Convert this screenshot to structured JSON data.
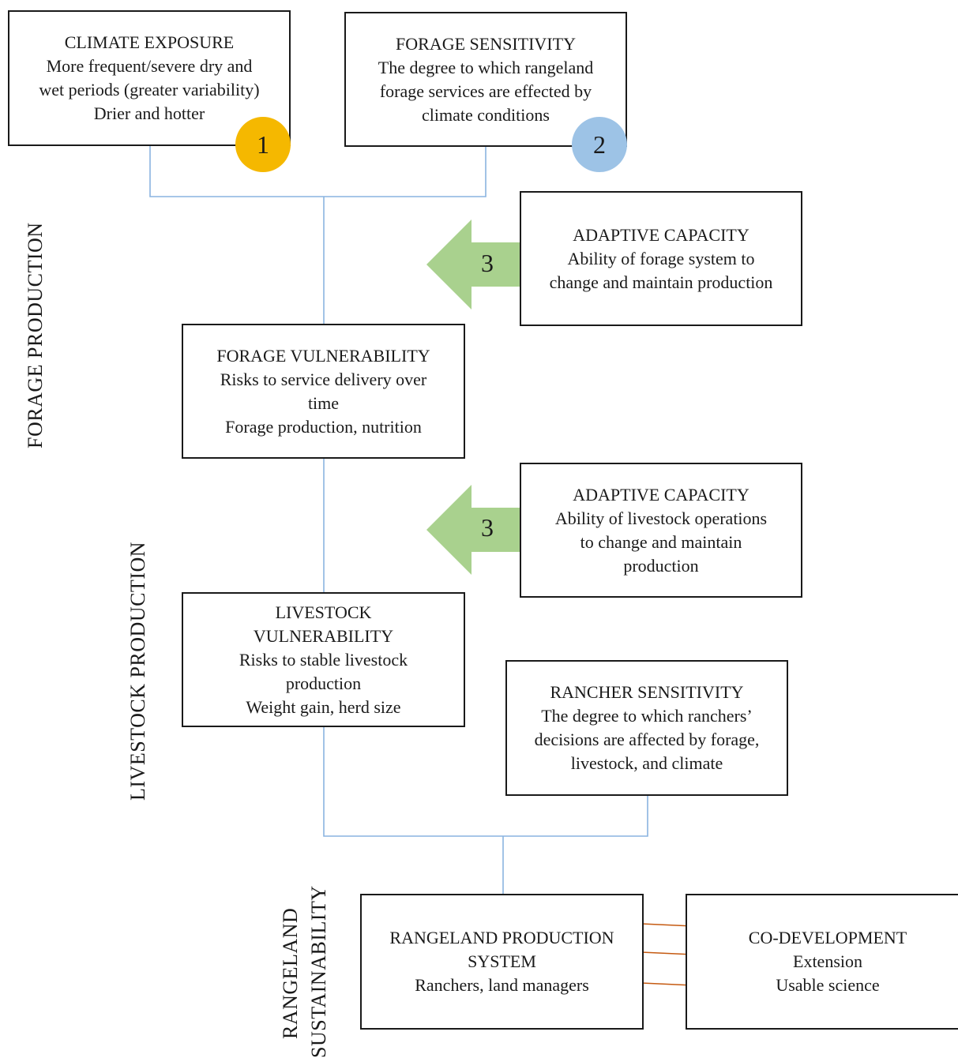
{
  "colors": {
    "connector": "#8ab4e0",
    "badge_1": "#f5b800",
    "badge_2": "#9dc3e6",
    "adaptive_arrow": "#a9d18e",
    "co_dev_arrow": "#c55a11"
  },
  "section_labels": {
    "forage": "FORAGE PRODUCTION",
    "livestock": "LIVESTOCK PRODUCTION",
    "rangeland_line1": "RANGELAND",
    "rangeland_line2": "SUSTAINABILITY"
  },
  "climate_exposure": {
    "title": "CLIMATE EXPOSURE",
    "line1": "More frequent/severe dry and",
    "line2": "wet periods (greater variability)",
    "line3": "Drier and hotter",
    "badge": "1"
  },
  "forage_sensitivity": {
    "title": "FORAGE SENSITIVITY",
    "line1": "The degree to which rangeland",
    "line2": "forage services are effected by",
    "line3": "climate conditions",
    "badge": "2"
  },
  "adaptive_forage": {
    "title": "ADAPTIVE CAPACITY",
    "line1": "Ability of forage system to",
    "line2": "change and maintain production",
    "arrow_label": "3"
  },
  "forage_vulnerability": {
    "title": "FORAGE VULNERABILITY",
    "line1": "Risks to service delivery over",
    "line2": "time",
    "line3": "Forage production, nutrition"
  },
  "adaptive_livestock": {
    "title": "ADAPTIVE CAPACITY",
    "line1": "Ability of livestock operations",
    "line2": "to change and maintain",
    "line3": "production",
    "arrow_label": "3"
  },
  "livestock_vulnerability": {
    "title_line1": "LIVESTOCK",
    "title_line2": "VULNERABILITY",
    "line1": "Risks to stable livestock",
    "line2": "production",
    "line3": "Weight gain, herd size"
  },
  "rancher_sensitivity": {
    "title": "RANCHER SENSITIVITY",
    "line1": "The degree to which ranchers’",
    "line2": "decisions are affected by forage,",
    "line3": "livestock, and climate"
  },
  "rangeland_production": {
    "title_line1": "RANGELAND PRODUCTION",
    "title_line2": "SYSTEM",
    "line1": "Ranchers, land managers"
  },
  "co_development": {
    "title": "CO-DEVELOPMENT",
    "line1": "Extension",
    "line2": "Usable science"
  }
}
